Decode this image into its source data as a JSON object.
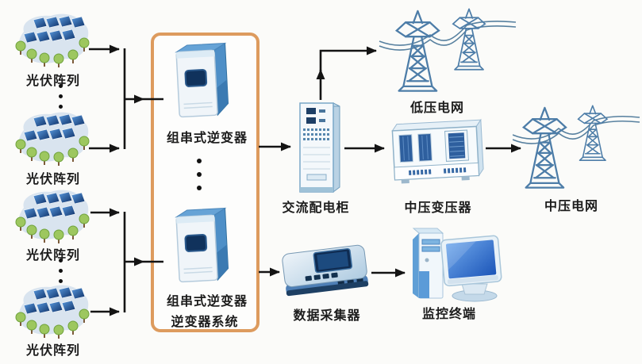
{
  "diagram_type": "photovoltaic-grid-connection-system",
  "nodes": {
    "pv_array_1": {
      "label": "光伏阵列"
    },
    "pv_array_2": {
      "label": "光伏阵列"
    },
    "pv_array_3": {
      "label": "光伏阵列"
    },
    "pv_array_4": {
      "label": "光伏阵列"
    },
    "string_inverter_1": {
      "label": "组串式逆变器"
    },
    "string_inverter_2": {
      "label": "组串式逆变器"
    },
    "inverter_system": {
      "label": "逆变器系统"
    },
    "ac_distribution_cabinet": {
      "label": "交流配电柜"
    },
    "low_voltage_grid": {
      "label": "低压电网"
    },
    "mv_transformer": {
      "label": "中压变压器"
    },
    "mv_grid": {
      "label": "中压电网"
    },
    "data_collector": {
      "label": "数据采集器"
    },
    "monitoring_terminal": {
      "label": "监控终端"
    }
  },
  "icons": {
    "vertical_ellipsis": "⋮"
  },
  "colors": {
    "background": "#fbfbf9",
    "inverter_system_box_border": "#dd9b5e",
    "arrow": "#141414",
    "label_text": "#1c1c1c",
    "tower_steel": "#4d7da8",
    "solar_panel_navy": "#0d2f66",
    "device_blue": "#4e7fb6",
    "screen_blue": "#1c55b8",
    "cabinet_trim_blue": "#7aa7c8"
  }
}
